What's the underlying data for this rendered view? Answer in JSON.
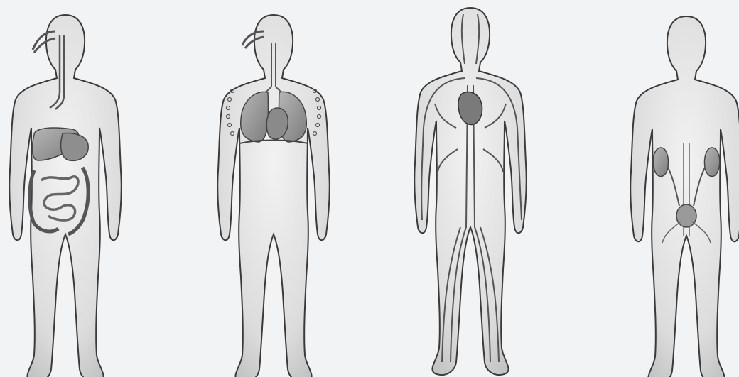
{
  "figures": [
    {
      "system": "digestive",
      "organs": [
        "esophagus",
        "liver",
        "stomach",
        "small-intestine",
        "large-intestine"
      ]
    },
    {
      "system": "respiratory",
      "organs": [
        "trachea",
        "left-lung",
        "right-lung",
        "heart",
        "diaphragm",
        "ribs"
      ]
    },
    {
      "system": "circulatory",
      "organs": [
        "heart",
        "arteries",
        "veins"
      ]
    },
    {
      "system": "urinary",
      "organs": [
        "left-kidney",
        "right-kidney",
        "ureters",
        "bladder"
      ]
    }
  ],
  "colors": {
    "background": "#f1f3f5",
    "body_fill": "#e3e3e3",
    "body_stroke": "#3a3a3a",
    "organ_fill": "#9a9a9a",
    "organ_dark": "#6e6e6e",
    "vessel": "#555555"
  }
}
